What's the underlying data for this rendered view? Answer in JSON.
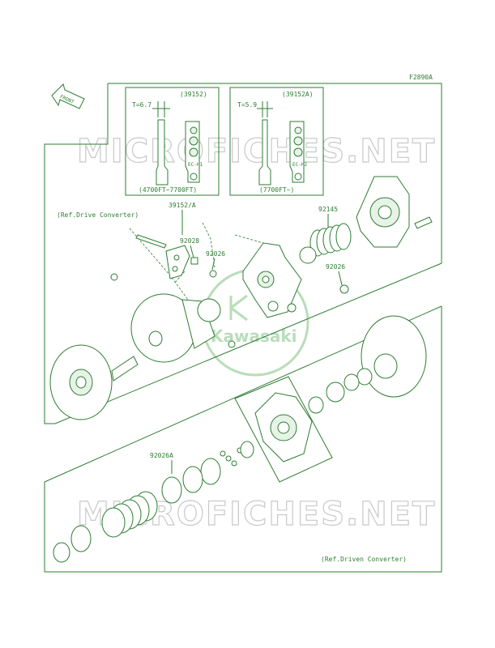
{
  "figure_code": "F2890A",
  "front_label": "FRONT",
  "watermark": "MICROFICHES.NET",
  "logo_text": "Kawasaki",
  "ref_drive": "(Ref.Drive Converter)",
  "ref_driven": "(Ref.Driven Converter)",
  "inset_left": {
    "part_no": "(39152)",
    "thickness": "T=6.7",
    "marking": "EC-H1",
    "range": "(4700FT~7700FT)"
  },
  "inset_right": {
    "part_no": "(39152A)",
    "thickness": "T=5.9",
    "marking": "EC-H2",
    "range": "(7700FT~)"
  },
  "parts": {
    "p39152": "39152/A",
    "p92028": "92028",
    "p92026a": "92026",
    "p92145": "92145",
    "p92026b": "92026",
    "p92026A": "92026A"
  },
  "colors": {
    "line": "#2e7d32",
    "watermark": "#c9c9c9",
    "logo": "#b9ddb9"
  }
}
